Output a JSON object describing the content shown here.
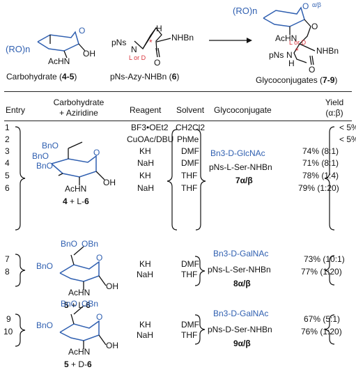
{
  "scheme": {
    "carb": {
      "ro_n": "(RO)n",
      "achn": "AcHN",
      "oh": "OH",
      "ring_o": "O",
      "caption_text": "Carbohydrate (",
      "caption_num": "4-5",
      "caption_end": ")"
    },
    "azy": {
      "pns": "pNs",
      "n": "N",
      "h": "H",
      "nhbn": "NHBn",
      "o": "O",
      "lord": "L or D",
      "star": "*",
      "caption_text": "pNs-Azy-NHBn (",
      "caption_num": "6",
      "caption_end": ")"
    },
    "glyco": {
      "ro_n": "(RO)n",
      "achn": "AcHN",
      "ring_o": "O",
      "ab": "α/β",
      "o_link": "O",
      "lord": "L or D",
      "star": "*",
      "pns": "pNs",
      "n": "N",
      "h": "H",
      "nhbn": "NHBn",
      "o": "O",
      "caption_text": "Glycoconjugates (",
      "caption_num": "7-9",
      "caption_end": ")"
    }
  },
  "table": {
    "headers": {
      "entry": "Entry",
      "carb_line1": "Carbohydrate",
      "carb_line2": "+ Aziridine",
      "reagent": "Reagent",
      "solvent": "Solvent",
      "glycoconjugate": "Glycoconjugate",
      "yield_line1": "Yield",
      "yield_line2": "(α:β)"
    },
    "groups": [
      {
        "rows": [
          {
            "entry": "1",
            "reagent": "BF3•OEt2",
            "solvent": "CH2Cl2",
            "yield": "< 5%"
          },
          {
            "entry": "2",
            "reagent": "CuOAc/DBU",
            "solvent": "PhMe",
            "yield": "< 5%"
          },
          {
            "entry": "3",
            "reagent": "KH",
            "solvent": "DMF",
            "yield": "74% (8:1)"
          },
          {
            "entry": "4",
            "reagent": "NaH",
            "solvent": "DMF",
            "yield": "71% (8:1)"
          },
          {
            "entry": "5",
            "reagent": "KH",
            "solvent": "THF",
            "yield": "78% (1:4)"
          },
          {
            "entry": "6",
            "reagent": "NaH",
            "solvent": "THF",
            "yield": "79% (1:20)"
          }
        ],
        "substrate": {
          "bn": "BnO",
          "bn2": "BnO",
          "bn3": "BnO",
          "achn": "AcHN",
          "oh": "OH",
          "o": "O",
          "label_num": "4",
          "label_plus": " + ",
          "label_ld": "L",
          "label_dash": "-",
          "label_num2": "6"
        },
        "product": {
          "line1": "Bn3-D-GlcNAc",
          "line2": "pNs-L-Ser-NHBn",
          "label": "7α/β"
        }
      },
      {
        "rows": [
          {
            "entry": "7",
            "reagent": "KH",
            "solvent": "DMF",
            "yield": "73% (10:1)"
          },
          {
            "entry": "8",
            "reagent": "NaH",
            "solvent": "THF",
            "yield": "77% (1:20)"
          }
        ],
        "substrate": {
          "bn": "BnO",
          "obn": "OBn",
          "bn3": "BnO",
          "achn": "AcHN",
          "oh": "OH",
          "o": "O",
          "label_num": "5",
          "label_plus": " + ",
          "label_ld": "L",
          "label_dash": "-",
          "label_num2": "6"
        },
        "product": {
          "line1": "Bn3-D-GalNAc",
          "line2": "pNs-L-Ser-NHBn",
          "label": "8α/β"
        }
      },
      {
        "rows": [
          {
            "entry": "9",
            "reagent": "KH",
            "solvent": "DMF",
            "yield": "67% (5:1)"
          },
          {
            "entry": "10",
            "reagent": "NaH",
            "solvent": "THF",
            "yield": "76% (1:20)"
          }
        ],
        "substrate": {
          "bn": "BnO",
          "obn": "OBn",
          "bn3": "BnO",
          "achn": "AcHN",
          "oh": "OH",
          "o": "O",
          "label_num": "5",
          "label_plus": " + ",
          "label_ld": "D",
          "label_dash": "-",
          "label_num2": "6"
        },
        "product": {
          "line1": "Bn3-D-GalNAc",
          "line2": "pNs-D-Ser-NHBn",
          "label": "9α/β"
        }
      }
    ]
  },
  "colors": {
    "sugar": "#2f5fb0",
    "stereo": "#d8343c"
  }
}
